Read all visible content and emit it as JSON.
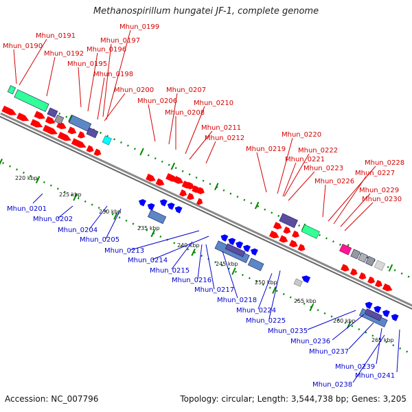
{
  "title": "Methanospirillum hungatei JF-1, complete genome",
  "accession": "Accession: NC_007796",
  "topology": "Topology: circular; Length: 3,544,738 bp; Genes: 3,205",
  "colors": {
    "forward_gene": "#ff0000",
    "reverse_gene": "#0000ff",
    "backbone": "#888888",
    "tick": "#008800",
    "label_top": "#d40000",
    "label_bottom": "#0000cc",
    "cyan": "#00ffff",
    "spring_green": "#33ff99",
    "magenta": "#ff1493",
    "steel_blue": "#5b87c5",
    "slate_purple": "#5a4d9e",
    "gray": "#999999"
  },
  "kbp_labels": [
    "220 kbp",
    "225 kbp",
    "230 kbp",
    "235 kbp",
    "240 kbp",
    "245 kbp",
    "250 kbp",
    "255 kbp",
    "260 kbp",
    "265 kbp"
  ],
  "top_labels": [
    "Mhun_0199",
    "Mhun_0191",
    "Mhun_0197",
    "Mhun_0190",
    "Mhun_0196",
    "Mhun_0192",
    "Mhun_0195",
    "Mhun_0198",
    "Mhun_0200",
    "Mhun_0207",
    "Mhun_0206",
    "Mhun_0210",
    "Mhun_0208",
    "Mhun_0211",
    "Mhun_0212",
    "Mhun_0220",
    "Mhun_0219",
    "Mhun_0222",
    "Mhun_0221",
    "Mhun_0223",
    "Mhun_0228",
    "Mhun_0227",
    "Mhun_0226",
    "Mhun_0229",
    "Mhun_0230"
  ],
  "bottom_labels": [
    "Mhun_0201",
    "Mhun_0202",
    "Mhun_0204",
    "Mhun_0205",
    "Mhun_0213",
    "Mhun_0214",
    "Mhun_0215",
    "Mhun_0216",
    "Mhun_0217",
    "Mhun_0218",
    "Mhun_0224",
    "Mhun_0225",
    "Mhun_0235",
    "Mhun_0236",
    "Mhun_0237",
    "Mhun_0239",
    "Mhun_0238",
    "Mhun_0241"
  ]
}
